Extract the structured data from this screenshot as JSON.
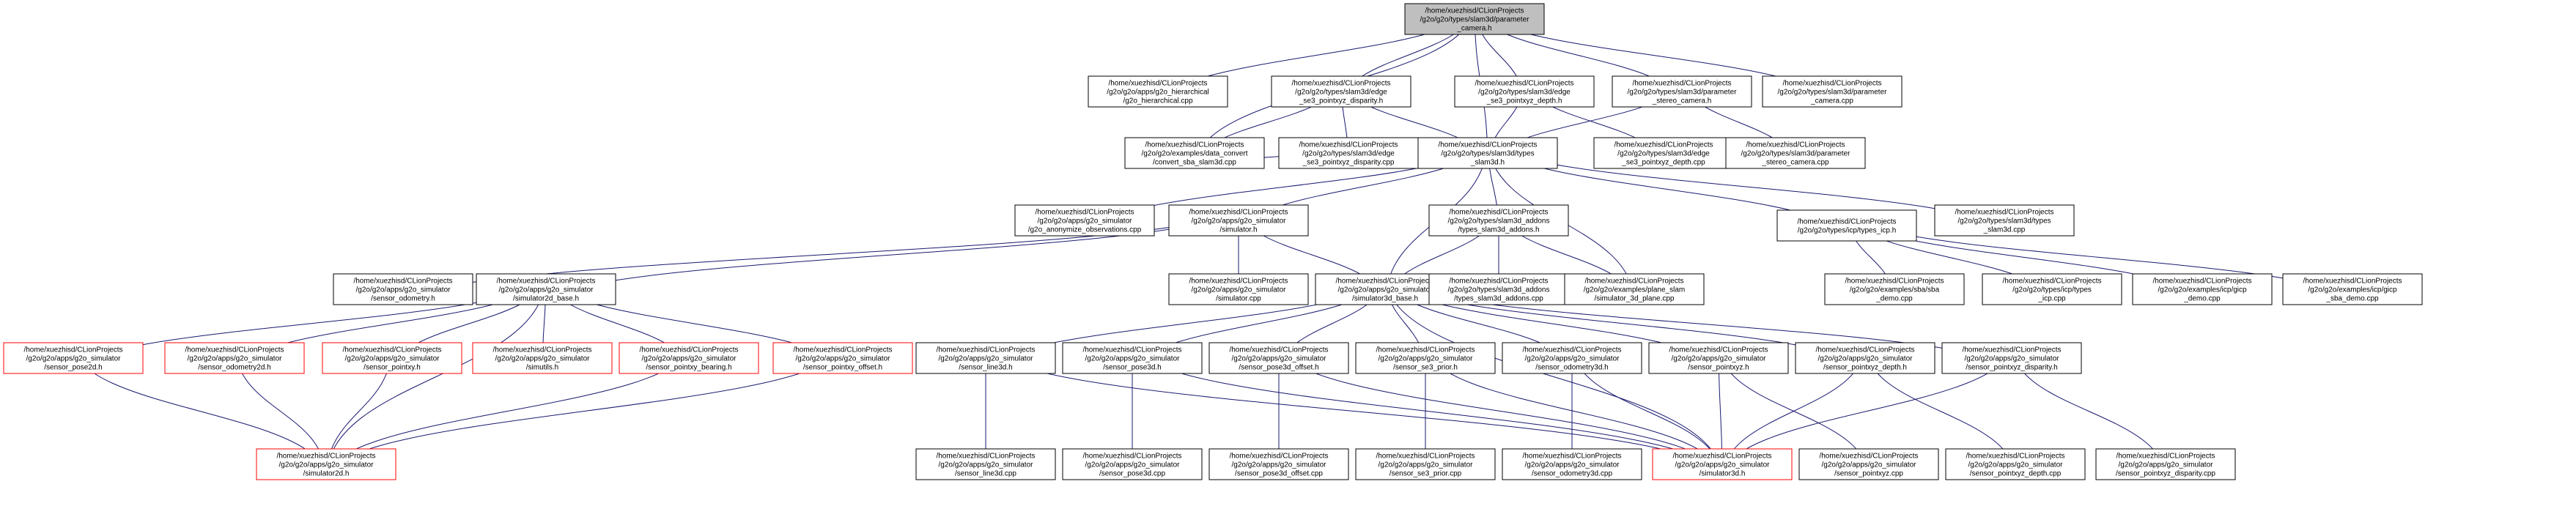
{
  "graph": {
    "nodes": [
      {
        "id": "n0",
        "lines": [
          "/home/xuezhisd/CLionProjects",
          "/g2o/g2o/types/slam3d/parameter",
          "_camera.h"
        ],
        "style": "root"
      },
      {
        "id": "n1",
        "lines": [
          "/home/xuezhisd/CLionProjects",
          "/g2o/g2o/apps/g2o_hierarchical",
          "/g2o_hierarchical.cpp"
        ],
        "style": "normal"
      },
      {
        "id": "n2",
        "lines": [
          "/home/xuezhisd/CLionProjects",
          "/g2o/g2o/types/slam3d/edge",
          "_se3_pointxyz_disparity.h"
        ],
        "style": "normal"
      },
      {
        "id": "n3",
        "lines": [
          "/home/xuezhisd/CLionProjects",
          "/g2o/g2o/types/slam3d/edge",
          "_se3_pointxyz_depth.h"
        ],
        "style": "normal"
      },
      {
        "id": "n4",
        "lines": [
          "/home/xuezhisd/CLionProjects",
          "/g2o/g2o/types/slam3d/parameter",
          "_stereo_camera.h"
        ],
        "style": "normal"
      },
      {
        "id": "n5",
        "lines": [
          "/home/xuezhisd/CLionProjects",
          "/g2o/g2o/types/slam3d/parameter",
          "_camera.cpp"
        ],
        "style": "normal"
      },
      {
        "id": "n6",
        "lines": [
          "/home/xuezhisd/CLionProjects",
          "/g2o/g2o/examples/data_convert",
          "/convert_sba_slam3d.cpp"
        ],
        "style": "normal"
      },
      {
        "id": "n7",
        "lines": [
          "/home/xuezhisd/CLionProjects",
          "/g2o/g2o/types/slam3d/edge",
          "_se3_pointxyz_disparity.cpp"
        ],
        "style": "normal"
      },
      {
        "id": "n8",
        "lines": [
          "/home/xuezhisd/CLionProjects",
          "/g2o/g2o/types/slam3d/types",
          "_slam3d.h"
        ],
        "style": "normal"
      },
      {
        "id": "n9",
        "lines": [
          "/home/xuezhisd/CLionProjects",
          "/g2o/g2o/types/slam3d/edge",
          "_se3_pointxyz_depth.cpp"
        ],
        "style": "normal"
      },
      {
        "id": "n10",
        "lines": [
          "/home/xuezhisd/CLionProjects",
          "/g2o/g2o/types/slam3d/parameter",
          "_stereo_camera.cpp"
        ],
        "style": "normal"
      },
      {
        "id": "n11",
        "lines": [
          "/home/xuezhisd/CLionProjects",
          "/g2o/g2o/apps/g2o_simulator",
          "/g2o_anonymize_observations.cpp"
        ],
        "style": "normal"
      },
      {
        "id": "n12",
        "lines": [
          "/home/xuezhisd/CLionProjects",
          "/g2o/g2o/apps/g2o_simulator",
          "/simulator.h"
        ],
        "style": "normal"
      },
      {
        "id": "n13",
        "lines": [
          "/home/xuezhisd/CLionProjects",
          "/g2o/g2o/types/slam3d_addons",
          "/types_slam3d_addons.h"
        ],
        "style": "normal"
      },
      {
        "id": "n14",
        "lines": [
          "/home/xuezhisd/CLionProjects",
          "/g2o/g2o/types/icp/types_icp.h"
        ],
        "style": "normal"
      },
      {
        "id": "n15",
        "lines": [
          "/home/xuezhisd/CLionProjects",
          "/g2o/g2o/types/slam3d/types",
          "_slam3d.cpp"
        ],
        "style": "normal"
      },
      {
        "id": "n16",
        "lines": [
          "/home/xuezhisd/CLionProjects",
          "/g2o/g2o/apps/g2o_simulator",
          "/sensor_odometry.h"
        ],
        "style": "normal"
      },
      {
        "id": "n17",
        "lines": [
          "/home/xuezhisd/CLionProjects",
          "/g2o/g2o/apps/g2o_simulator",
          "/simulator2d_base.h"
        ],
        "style": "normal"
      },
      {
        "id": "n18",
        "lines": [
          "/home/xuezhisd/CLionProjects",
          "/g2o/g2o/apps/g2o_simulator",
          "/simulator.cpp"
        ],
        "style": "normal"
      },
      {
        "id": "n19",
        "lines": [
          "/home/xuezhisd/CLionProjects",
          "/g2o/g2o/apps/g2o_simulator",
          "/simulator3d_base.h"
        ],
        "style": "normal"
      },
      {
        "id": "n20",
        "lines": [
          "/home/xuezhisd/CLionProjects",
          "/g2o/g2o/types/slam3d_addons",
          "/types_slam3d_addons.cpp"
        ],
        "style": "normal"
      },
      {
        "id": "n21",
        "lines": [
          "/home/xuezhisd/CLionProjects",
          "/g2o/g2o/examples/plane_slam",
          "/simulator_3d_plane.cpp"
        ],
        "style": "normal"
      },
      {
        "id": "n22",
        "lines": [
          "/home/xuezhisd/CLionProjects",
          "/g2o/g2o/examples/sba/sba",
          "_demo.cpp"
        ],
        "style": "normal"
      },
      {
        "id": "n23",
        "lines": [
          "/home/xuezhisd/CLionProjects",
          "/g2o/g2o/types/icp/types",
          "_icp.cpp"
        ],
        "style": "normal"
      },
      {
        "id": "n24",
        "lines": [
          "/home/xuezhisd/CLionProjects",
          "/g2o/g2o/examples/icp/gicp",
          "_demo.cpp"
        ],
        "style": "normal"
      },
      {
        "id": "n25",
        "lines": [
          "/home/xuezhisd/CLionProjects",
          "/g2o/g2o/examples/icp/gicp",
          "_sba_demo.cpp"
        ],
        "style": "normal"
      },
      {
        "id": "n26",
        "lines": [
          "/home/xuezhisd/CLionProjects",
          "/g2o/g2o/apps/g2o_simulator",
          "/sensor_pose2d.h"
        ],
        "style": "red"
      },
      {
        "id": "n27",
        "lines": [
          "/home/xuezhisd/CLionProjects",
          "/g2o/g2o/apps/g2o_simulator",
          "/sensor_odometry2d.h"
        ],
        "style": "red"
      },
      {
        "id": "n28",
        "lines": [
          "/home/xuezhisd/CLionProjects",
          "/g2o/g2o/apps/g2o_simulator",
          "/sensor_pointxy.h"
        ],
        "style": "red"
      },
      {
        "id": "n29",
        "lines": [
          "/home/xuezhisd/CLionProjects",
          "/g2o/g2o/apps/g2o_simulator",
          "/simutils.h"
        ],
        "style": "red"
      },
      {
        "id": "n30",
        "lines": [
          "/home/xuezhisd/CLionProjects",
          "/g2o/g2o/apps/g2o_simulator",
          "/sensor_pointxy_bearing.h"
        ],
        "style": "red"
      },
      {
        "id": "n31",
        "lines": [
          "/home/xuezhisd/CLionProjects",
          "/g2o/g2o/apps/g2o_simulator",
          "/sensor_pointxy_offset.h"
        ],
        "style": "red"
      },
      {
        "id": "n32",
        "lines": [
          "/home/xuezhisd/CLionProjects",
          "/g2o/g2o/apps/g2o_simulator",
          "/sensor_line3d.h"
        ],
        "style": "normal"
      },
      {
        "id": "n33",
        "lines": [
          "/home/xuezhisd/CLionProjects",
          "/g2o/g2o/apps/g2o_simulator",
          "/sensor_pose3d.h"
        ],
        "style": "normal"
      },
      {
        "id": "n34",
        "lines": [
          "/home/xuezhisd/CLionProjects",
          "/g2o/g2o/apps/g2o_simulator",
          "/sensor_pose3d_offset.h"
        ],
        "style": "normal"
      },
      {
        "id": "n35",
        "lines": [
          "/home/xuezhisd/CLionProjects",
          "/g2o/g2o/apps/g2o_simulator",
          "/sensor_se3_prior.h"
        ],
        "style": "normal"
      },
      {
        "id": "n36",
        "lines": [
          "/home/xuezhisd/CLionProjects",
          "/g2o/g2o/apps/g2o_simulator",
          "/sensor_odometry3d.h"
        ],
        "style": "normal"
      },
      {
        "id": "n37",
        "lines": [
          "/home/xuezhisd/CLionProjects",
          "/g2o/g2o/apps/g2o_simulator",
          "/sensor_pointxyz.h"
        ],
        "style": "normal"
      },
      {
        "id": "n38",
        "lines": [
          "/home/xuezhisd/CLionProjects",
          "/g2o/g2o/apps/g2o_simulator",
          "/sensor_pointxyz_depth.h"
        ],
        "style": "normal"
      },
      {
        "id": "n39",
        "lines": [
          "/home/xuezhisd/CLionProjects",
          "/g2o/g2o/apps/g2o_simulator",
          "/sensor_pointxyz_disparity.h"
        ],
        "style": "normal"
      },
      {
        "id": "n40",
        "lines": [
          "/home/xuezhisd/CLionProjects",
          "/g2o/g2o/apps/g2o_simulator",
          "/simulator2d.h"
        ],
        "style": "red"
      },
      {
        "id": "n41",
        "lines": [
          "/home/xuezhisd/CLionProjects",
          "/g2o/g2o/apps/g2o_simulator",
          "/sensor_line3d.cpp"
        ],
        "style": "normal"
      },
      {
        "id": "n42",
        "lines": [
          "/home/xuezhisd/CLionProjects",
          "/g2o/g2o/apps/g2o_simulator",
          "/sensor_pose3d.cpp"
        ],
        "style": "normal"
      },
      {
        "id": "n43",
        "lines": [
          "/home/xuezhisd/CLionProjects",
          "/g2o/g2o/apps/g2o_simulator",
          "/sensor_pose3d_offset.cpp"
        ],
        "style": "normal"
      },
      {
        "id": "n44",
        "lines": [
          "/home/xuezhisd/CLionProjects",
          "/g2o/g2o/apps/g2o_simulator",
          "/sensor_se3_prior.cpp"
        ],
        "style": "normal"
      },
      {
        "id": "n45",
        "lines": [
          "/home/xuezhisd/CLionProjects",
          "/g2o/g2o/apps/g2o_simulator",
          "/sensor_odometry3d.cpp"
        ],
        "style": "normal"
      },
      {
        "id": "n46",
        "lines": [
          "/home/xuezhisd/CLionProjects",
          "/g2o/g2o/apps/g2o_simulator",
          "/simulator3d.h"
        ],
        "style": "red"
      },
      {
        "id": "n47",
        "lines": [
          "/home/xuezhisd/CLionProjects",
          "/g2o/g2o/apps/g2o_simulator",
          "/sensor_pointxyz.cpp"
        ],
        "style": "normal"
      },
      {
        "id": "n48",
        "lines": [
          "/home/xuezhisd/CLionProjects",
          "/g2o/g2o/apps/g2o_simulator",
          "/sensor_pointxyz_depth.cpp"
        ],
        "style": "normal"
      },
      {
        "id": "n49",
        "lines": [
          "/home/xuezhisd/CLionProjects",
          "/g2o/g2o/apps/g2o_simulator",
          "/sensor_pointxyz_disparity.cpp"
        ],
        "style": "normal"
      }
    ],
    "edges": [
      [
        "n0",
        "n1"
      ],
      [
        "n0",
        "n2"
      ],
      [
        "n0",
        "n3"
      ],
      [
        "n0",
        "n4"
      ],
      [
        "n0",
        "n5"
      ],
      [
        "n0",
        "n6"
      ],
      [
        "n0",
        "n8"
      ],
      [
        "n2",
        "n6"
      ],
      [
        "n2",
        "n7"
      ],
      [
        "n2",
        "n8"
      ],
      [
        "n3",
        "n8"
      ],
      [
        "n3",
        "n9"
      ],
      [
        "n4",
        "n8"
      ],
      [
        "n4",
        "n10"
      ],
      [
        "n8",
        "n6"
      ],
      [
        "n8",
        "n11"
      ],
      [
        "n8",
        "n12"
      ],
      [
        "n8",
        "n13"
      ],
      [
        "n8",
        "n14"
      ],
      [
        "n8",
        "n15"
      ],
      [
        "n8",
        "n19"
      ],
      [
        "n8",
        "n21"
      ],
      [
        "n12",
        "n16"
      ],
      [
        "n12",
        "n17"
      ],
      [
        "n12",
        "n18"
      ],
      [
        "n12",
        "n19"
      ],
      [
        "n13",
        "n19"
      ],
      [
        "n13",
        "n20"
      ],
      [
        "n13",
        "n21"
      ],
      [
        "n14",
        "n22"
      ],
      [
        "n14",
        "n23"
      ],
      [
        "n14",
        "n24"
      ],
      [
        "n14",
        "n25"
      ],
      [
        "n17",
        "n26"
      ],
      [
        "n17",
        "n27"
      ],
      [
        "n17",
        "n28"
      ],
      [
        "n17",
        "n29"
      ],
      [
        "n17",
        "n30"
      ],
      [
        "n17",
        "n31"
      ],
      [
        "n17",
        "n40"
      ],
      [
        "n19",
        "n32"
      ],
      [
        "n19",
        "n33"
      ],
      [
        "n19",
        "n34"
      ],
      [
        "n19",
        "n35"
      ],
      [
        "n19",
        "n36"
      ],
      [
        "n19",
        "n37"
      ],
      [
        "n19",
        "n38"
      ],
      [
        "n19",
        "n39"
      ],
      [
        "n19",
        "n46"
      ],
      [
        "n26",
        "n40"
      ],
      [
        "n27",
        "n40"
      ],
      [
        "n28",
        "n40"
      ],
      [
        "n30",
        "n40"
      ],
      [
        "n31",
        "n40"
      ],
      [
        "n32",
        "n41"
      ],
      [
        "n32",
        "n46"
      ],
      [
        "n33",
        "n42"
      ],
      [
        "n33",
        "n46"
      ],
      [
        "n34",
        "n43"
      ],
      [
        "n34",
        "n46"
      ],
      [
        "n35",
        "n44"
      ],
      [
        "n35",
        "n46"
      ],
      [
        "n36",
        "n45"
      ],
      [
        "n36",
        "n46"
      ],
      [
        "n37",
        "n46"
      ],
      [
        "n37",
        "n47"
      ],
      [
        "n38",
        "n46"
      ],
      [
        "n38",
        "n48"
      ],
      [
        "n39",
        "n46"
      ],
      [
        "n39",
        "n49"
      ]
    ]
  },
  "colors": {
    "node_border": "#000000",
    "node_red_border": "#ff0000",
    "root_fill": "#bfbfbf",
    "node_fill": "#ffffff",
    "edge": "#191970"
  }
}
